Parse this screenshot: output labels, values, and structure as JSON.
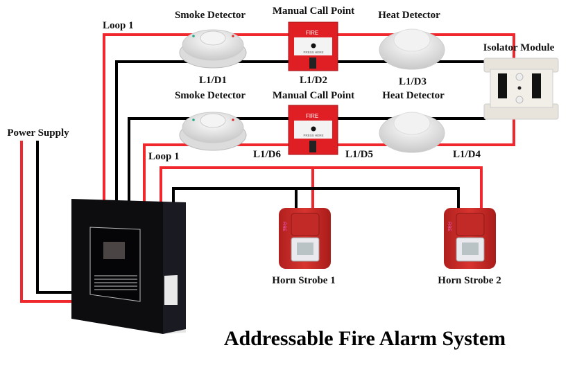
{
  "title": "Addressable Fire Alarm System",
  "colors": {
    "wire_positive": "#f0282d",
    "wire_negative": "#000000",
    "device_red": "#e01f24",
    "panel": "#111111"
  },
  "power_supply": {
    "label": "Power Supply"
  },
  "loops": [
    {
      "label": "Loop 1"
    },
    {
      "label": "Loop 1"
    }
  ],
  "devices": {
    "smoke_1": {
      "label": "Smoke Detector",
      "address": "L1/D1"
    },
    "call_point_1": {
      "label": "Manual Call Point",
      "address": "L1/D2",
      "face_text": "FIRE",
      "press_text": "PRESS HERE"
    },
    "heat_1": {
      "label": "Heat Detector",
      "address": "L1/D3"
    },
    "isolator": {
      "label": "Isolator Module"
    },
    "heat_2": {
      "label": "Heat Detector",
      "address": "L1/D4"
    },
    "call_point_2": {
      "label": "Manual Call Point",
      "address": "L1/D5",
      "face_text": "FIRE",
      "press_text": "PRESS HERE"
    },
    "smoke_2": {
      "label": "Smoke Detector",
      "address": "L1/D6"
    },
    "horn_1": {
      "label": "Horn Strobe 1",
      "side_text": "FIRE"
    },
    "horn_2": {
      "label": "Horn Strobe 2",
      "side_text": "FIRE"
    }
  }
}
